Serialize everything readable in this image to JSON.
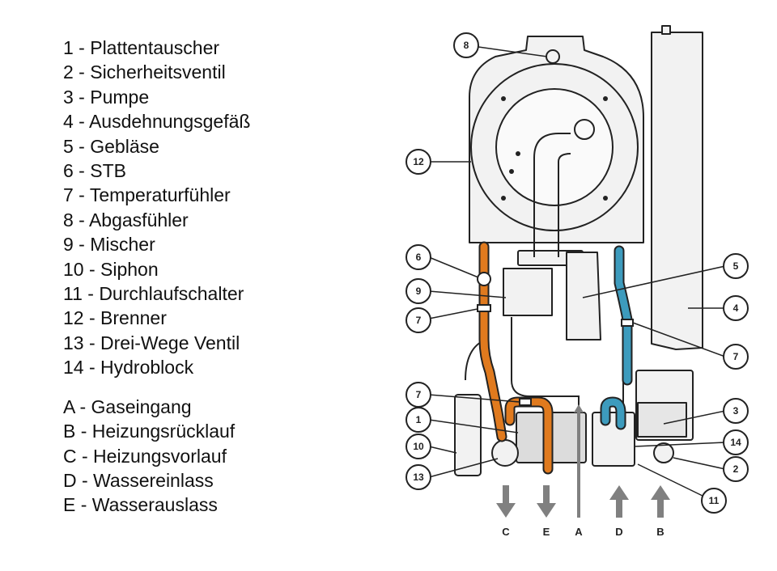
{
  "legend": [
    {
      "text": "1 - Plattentauscher"
    },
    {
      "text": "2 - Sicherheitsventil"
    },
    {
      "text": "3 - Pumpe"
    },
    {
      "text": "4 - Ausdehnungsgefäß"
    },
    {
      "text": "5 - Gebläse"
    },
    {
      "text": "6 - STB"
    },
    {
      "text": "7 - Temperaturfühler"
    },
    {
      "text": "8 - Abgasfühler"
    },
    {
      "text": "9 - Mischer"
    },
    {
      "text": "10 - Siphon"
    },
    {
      "text": "11 - Durchlaufschalter"
    },
    {
      "text": "12 - Brenner"
    },
    {
      "text": "13 - Drei-Wege Ventil"
    },
    {
      "text": "14 - Hydroblock"
    },
    {
      "text": "A - Gaseingang"
    },
    {
      "text": "B - Heizungsrücklauf"
    },
    {
      "text": "C - Heizungsvorlauf"
    },
    {
      "text": "D - Wassereinlass"
    },
    {
      "text": "E - Wasserauslass"
    }
  ],
  "callouts": {
    "c8": "8",
    "c12": "12",
    "c6": "6",
    "c9": "9",
    "c7a": "7",
    "c7b": "7",
    "c1": "1",
    "c10": "10",
    "c13": "13",
    "c5": "5",
    "c4": "4",
    "c7c": "7",
    "c3": "3",
    "c14": "14",
    "c2": "2",
    "c11": "11"
  },
  "flows": {
    "C": {
      "label": "C",
      "direction": "out"
    },
    "E": {
      "label": "E",
      "direction": "out"
    },
    "A": {
      "label": "A",
      "direction": "in"
    },
    "D": {
      "label": "D",
      "direction": "in"
    },
    "B": {
      "label": "B",
      "direction": "in"
    }
  },
  "colors": {
    "hot_pipe": "#e07a1e",
    "cold_pipe": "#3d9bbd",
    "outline": "#222222",
    "body_fill": "#f2f2f2",
    "arrow": "#808080"
  }
}
